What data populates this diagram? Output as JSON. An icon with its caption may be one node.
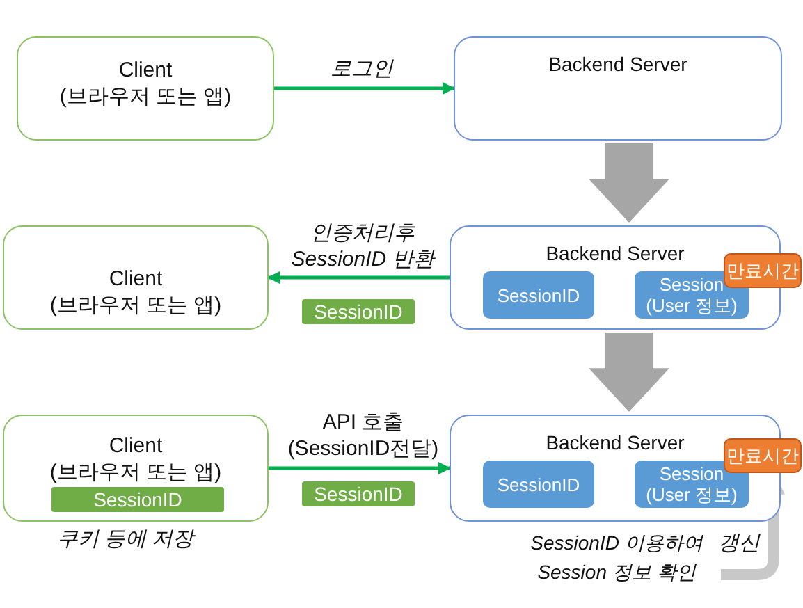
{
  "diagram": {
    "nodes": [
      {
        "text": [
          "Client (브라우저 또는 앱)"
        ]
      },
      {
        "text": [
          "Backend Server"
        ]
      },
      {
        "text": [
          "Client (브라우저 또는 앱)"
        ]
      },
      {
        "text": [
          "Backend Server"
        ]
      },
      {
        "text": [
          "SessionID"
        ],
        "in": 3
      },
      {
        "text": [
          "Session (User 정보)"
        ],
        "in": 3
      },
      {
        "text": [
          "만료시간"
        ]
      },
      {
        "text": [
          "SessionID"
        ]
      },
      {
        "text": [
          "Client (브라우저 또는 앱)"
        ],
        "beside": [
          "쿠키 등에 저장"
        ]
      },
      {
        "text": [
          "SessionID"
        ],
        "in": 8
      },
      {
        "text": [
          "Backend Server"
        ]
      },
      {
        "text": [
          "SessionID"
        ],
        "in": 10
      },
      {
        "text": [
          "Session (User 정보)"
        ],
        "in": 10
      },
      {
        "text": [
          "만료시간"
        ]
      },
      {
        "text": [
          "SessionID"
        ]
      },
      {
        "text": [
          "SessionID 이용하여 Session 정보 확인"
        ]
      }
    ],
    "edges": [
      {
        "from": 0,
        "to": 1,
        "arrow": "to",
        "label": "로그인",
        "color": "#00b050"
      },
      {
        "from": 3,
        "to": 2,
        "arrow": "to",
        "label": "인증처리후 SessionID 반환",
        "color": "#00b050"
      },
      {
        "from": 8,
        "to": 10,
        "arrow": "to",
        "label": "API 호출 (SessionID전달)",
        "color": "#00b050"
      },
      {
        "from": 1,
        "to": 3,
        "arrow": "to",
        "style": "thick",
        "color": "#a6a6a6"
      },
      {
        "from": 3,
        "to": 10,
        "arrow": "to",
        "style": "thick",
        "color": "#a6a6a6"
      },
      {
        "from": 15,
        "to": 13,
        "arrow": "to",
        "label": "갱신",
        "style": "thick",
        "color": "#c8c8c8"
      }
    ]
  }
}
